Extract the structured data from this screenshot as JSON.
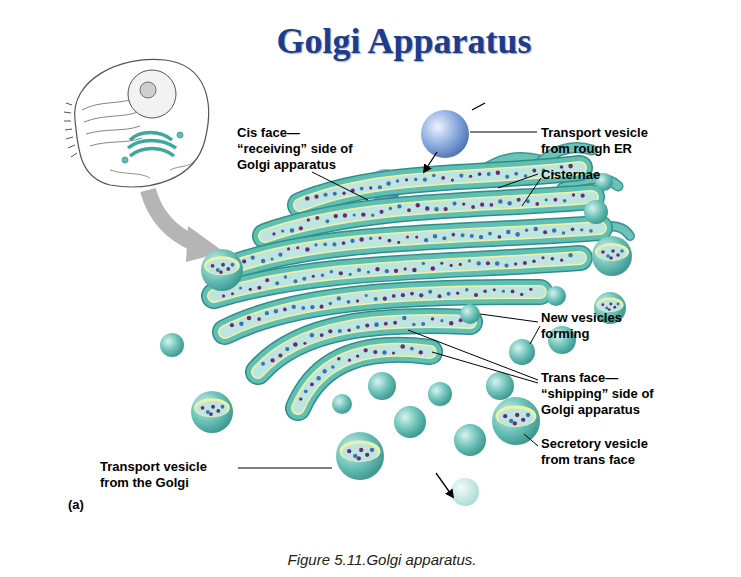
{
  "diagram": {
    "title": "Golgi Apparatus",
    "caption": "Figure 5.11.Golgi apparatus.",
    "labels": [
      "Cis face— “receiving” side of Golgi apparatus",
      "Transport vesicle from rough ER",
      "Cisternae",
      "New vesicles forming",
      "Trans face— “shipping” side of Golgi apparatus",
      "Secretory vesicle from trans face",
      "Transport vesicle from the Golgi",
      "(a)"
    ]
  }
}
